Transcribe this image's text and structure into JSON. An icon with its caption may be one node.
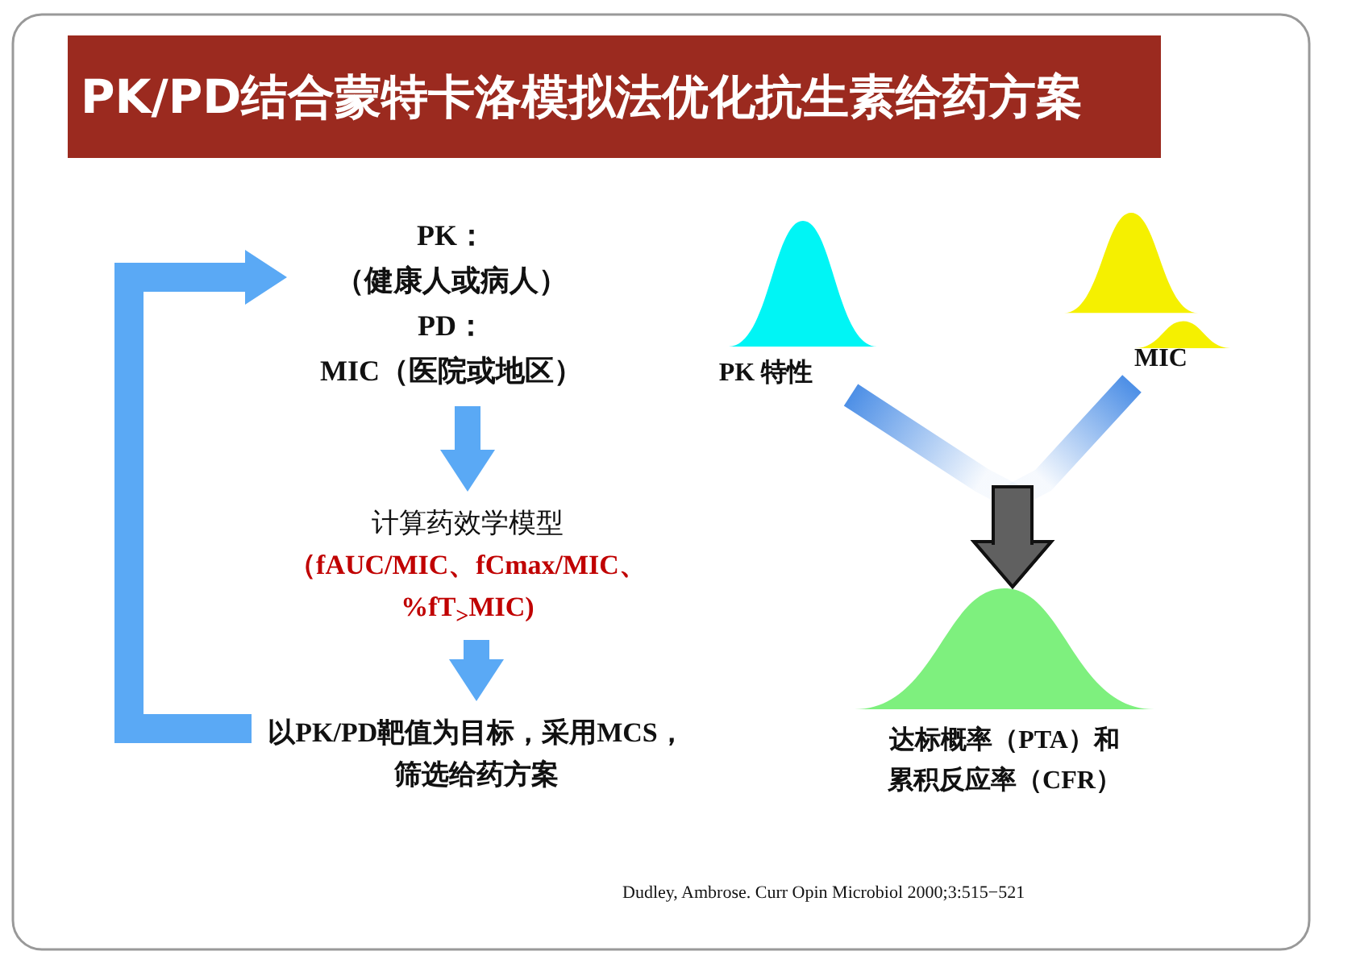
{
  "diagram": {
    "title": "PK/PD结合蒙特卡洛模拟法优化抗生素给药方案",
    "nodes": [
      {
        "text": [
          "PK：",
          "（健康人或病人）",
          "PD：",
          "MIC（医院或地区）"
        ]
      },
      {
        "text": [
          "计算药效学模型",
          "（fAUC/MIC、fCmax/MIC、%fT$_{>}$MIC)"
        ]
      },
      {
        "text": [
          "以PK/PD靶值为目标，采用MCS，筛选给药方案"
        ]
      },
      {
        "text": [],
        "shape": "curve",
        "beside": [
          "PK 特性"
        ]
      },
      {
        "text": [],
        "shape": "curve",
        "beside": [
          "MIC"
        ]
      },
      {
        "text": [],
        "shape": "curve",
        "beside": [
          "达标概率（PTA）和累积反应率（CFR）"
        ]
      }
    ],
    "edges": [
      {
        "from": 0,
        "to": 1,
        "arrow": "to"
      },
      {
        "from": 1,
        "to": 2,
        "arrow": "to"
      },
      {
        "from": 2,
        "to": 0,
        "arrow": "to"
      },
      {
        "from": 3,
        "to": 5,
        "arrow": "to"
      },
      {
        "from": 4,
        "to": 5,
        "arrow": "to"
      }
    ],
    "labels": [
      "Dudley, Ambrose. Curr Opin Microbiol 2000;3:515−521"
    ]
  }
}
